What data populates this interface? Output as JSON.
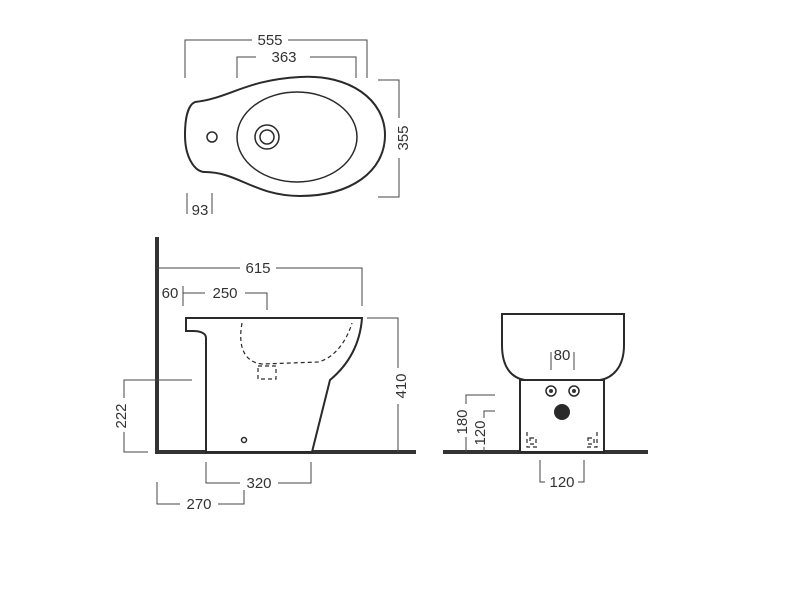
{
  "drawing": {
    "top_view": {
      "overall_length": "555",
      "bowl_length": "363",
      "overall_width": "355",
      "tap_offset": "93"
    },
    "side_view": {
      "projection": "615",
      "wall_offset": "60",
      "bowl_distance": "250",
      "height": "410",
      "outlet_height": "222",
      "base_length": "320",
      "base_from_wall": "270"
    },
    "rear_view": {
      "outlet_spacing": "80",
      "fixing_height_1": "180",
      "fixing_height_2": "120",
      "fixing_spacing": "120"
    }
  }
}
